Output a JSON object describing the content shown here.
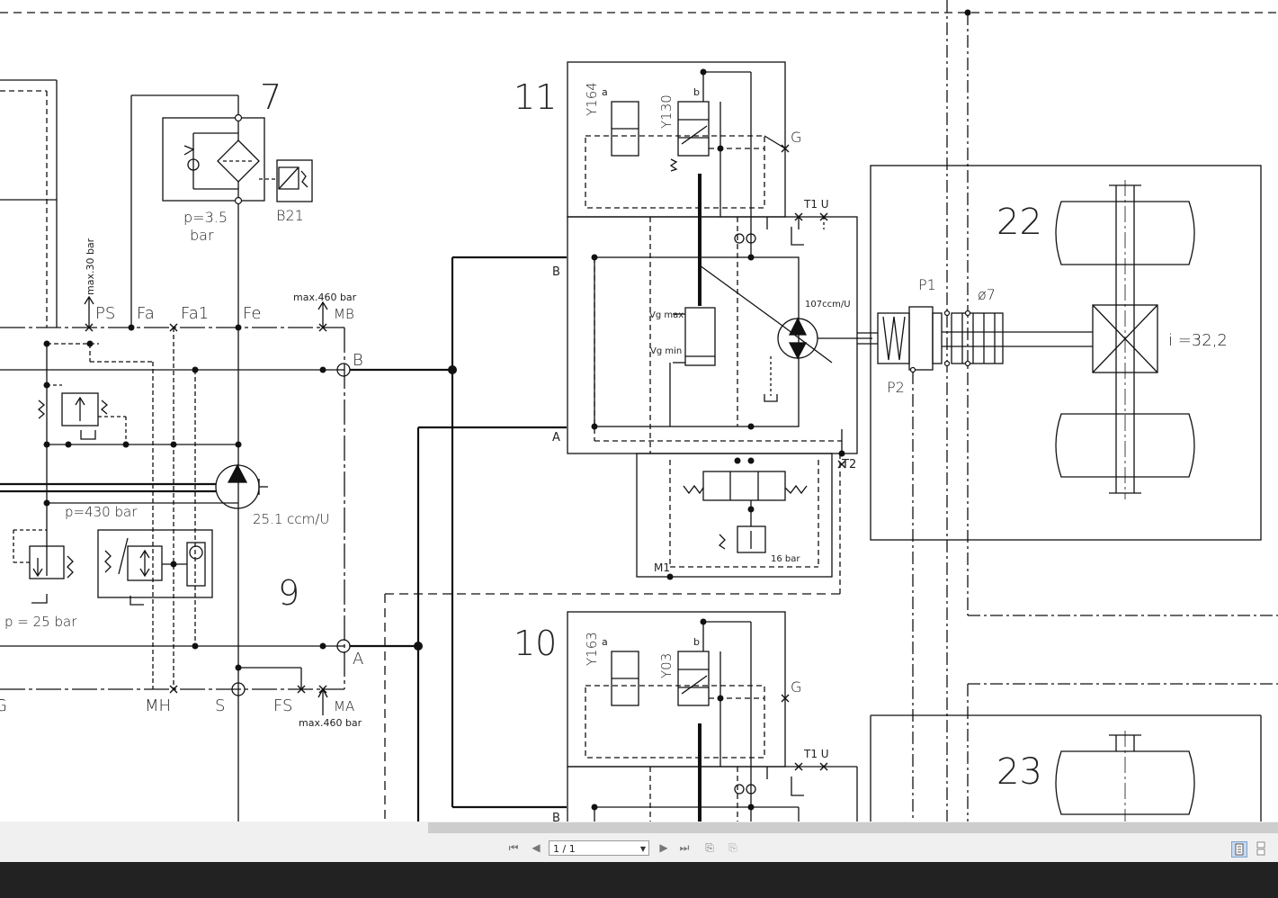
{
  "diagram": {
    "component_numbers": {
      "filter": "7",
      "pump_unit": "9",
      "motor_unit_top": "11",
      "motor_unit_bottom": "10",
      "wheel_drive_top": "22",
      "wheel_drive_bottom": "23"
    },
    "labels": {
      "filter_pressure_1": "p=3.5",
      "filter_pressure_2": "bar",
      "sensor": "B21",
      "max30": "max.30 bar",
      "PS": "PS",
      "Fa": "Fa",
      "Fa1": "Fa1",
      "Fe": "Fe",
      "max460_top": "max.460 bar",
      "MB": "MB",
      "port_B_pump": "B",
      "port_A_pump": "A",
      "p430": "p=430 bar",
      "pump_disp": "25.1 ccm/U",
      "p25": "p = 25 bar",
      "MH": "MH",
      "S": "S",
      "FS": "FS",
      "MA": "MA",
      "max460_bottom": "max.460 bar",
      "G_port": "G",
      "letter_G_left": "G",
      "Y164": "Y164",
      "Y130": "Y130",
      "Y163": "Y163",
      "Y03": "Y03",
      "sol_a": "a",
      "sol_b": "b",
      "T1U": "T1 U",
      "port_B_motor": "B",
      "port_A_motor": "A",
      "vgmax": "Vg max",
      "vgmin": "Vg min",
      "motor_disp": "107ccm/U",
      "T2": "T2",
      "M1": "M1",
      "bar16": "16 bar",
      "P1": "P1",
      "P2": "P2",
      "phi7": "ø7",
      "ratio": "i  =32,2"
    }
  },
  "toolbar": {
    "first_icon": "first-page-icon",
    "prev_icon": "previous-page-icon",
    "page_value": "1 / 1",
    "next_icon": "next-page-icon",
    "last_icon": "last-page-icon",
    "nav_back_icon": "navigate-back-icon",
    "nav_forward_icon": "navigate-forward-icon",
    "single_page_icon": "single-page-view-icon",
    "continuous_icon": "continuous-view-icon"
  }
}
